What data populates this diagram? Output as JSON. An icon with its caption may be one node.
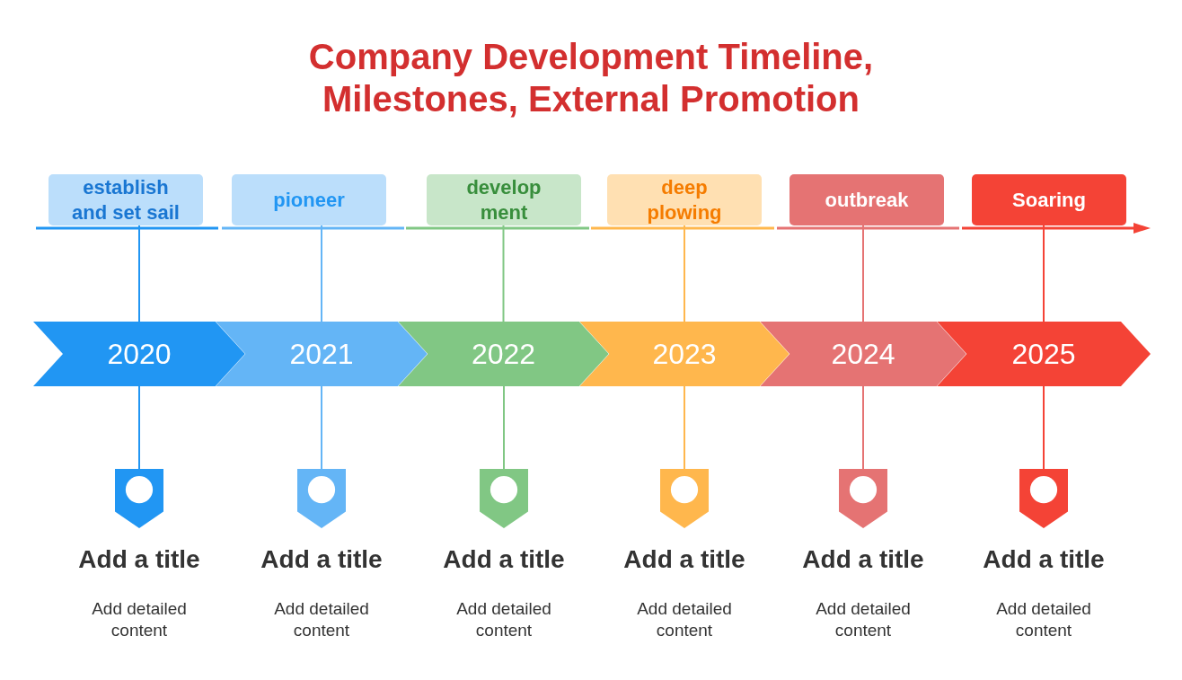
{
  "diagram": {
    "title": "Company Development Timeline, Milestones, External Promotion",
    "nodes": [
      {
        "text": [
          "establish and set sail"
        ]
      },
      {
        "text": [
          "pioneer"
        ]
      },
      {
        "text": [
          "develop ment"
        ]
      },
      {
        "text": [
          "deep plowing"
        ]
      },
      {
        "text": [
          "outbreak"
        ]
      },
      {
        "text": [
          "Soaring"
        ]
      },
      {
        "text": [
          "2020"
        ]
      },
      {
        "text": [
          "2021"
        ]
      },
      {
        "text": [
          "2022"
        ]
      },
      {
        "text": [
          "2023"
        ]
      },
      {
        "text": [
          "2024"
        ]
      },
      {
        "text": [
          "2025"
        ]
      },
      {
        "text": [],
        "shape": "pin",
        "beside": [
          "Add a title",
          "Add detailed content"
        ]
      },
      {
        "text": [],
        "shape": "pin",
        "beside": [
          "Add a title",
          "Add detailed content"
        ]
      },
      {
        "text": [],
        "shape": "pin",
        "beside": [
          "Add a title",
          "Add detailed content"
        ]
      },
      {
        "text": [],
        "shape": "pin",
        "beside": [
          "Add a title",
          "Add detailed content"
        ]
      },
      {
        "text": [],
        "shape": "pin",
        "beside": [
          "Add a title",
          "Add detailed content"
        ]
      },
      {
        "text": [],
        "shape": "pin",
        "beside": [
          "Add a title",
          "Add detailed content"
        ]
      }
    ],
    "edges": [
      {
        "from": 0,
        "to": 6,
        "arrow": "none",
        "color": "#2196f3"
      },
      {
        "from": 6,
        "to": 12,
        "arrow": "none",
        "color": "#2196f3"
      },
      {
        "from": 1,
        "to": 7,
        "arrow": "none",
        "color": "#64b5f6"
      },
      {
        "from": 7,
        "to": 13,
        "arrow": "none",
        "color": "#64b5f6"
      },
      {
        "from": 2,
        "to": 8,
        "arrow": "none",
        "color": "#81c784"
      },
      {
        "from": 8,
        "to": 14,
        "arrow": "none",
        "color": "#81c784"
      },
      {
        "from": 3,
        "to": 9,
        "arrow": "none",
        "color": "#ffb74d"
      },
      {
        "from": 9,
        "to": 15,
        "arrow": "none",
        "color": "#ffb74d"
      },
      {
        "from": 4,
        "to": 10,
        "arrow": "none",
        "color": "#e57373"
      },
      {
        "from": 10,
        "to": 16,
        "arrow": "none",
        "color": "#e57373"
      },
      {
        "from": 5,
        "to": 11,
        "arrow": "none",
        "color": "#f44336"
      },
      {
        "from": 11,
        "to": 17,
        "arrow": "none",
        "color": "#f44336"
      }
    ]
  }
}
